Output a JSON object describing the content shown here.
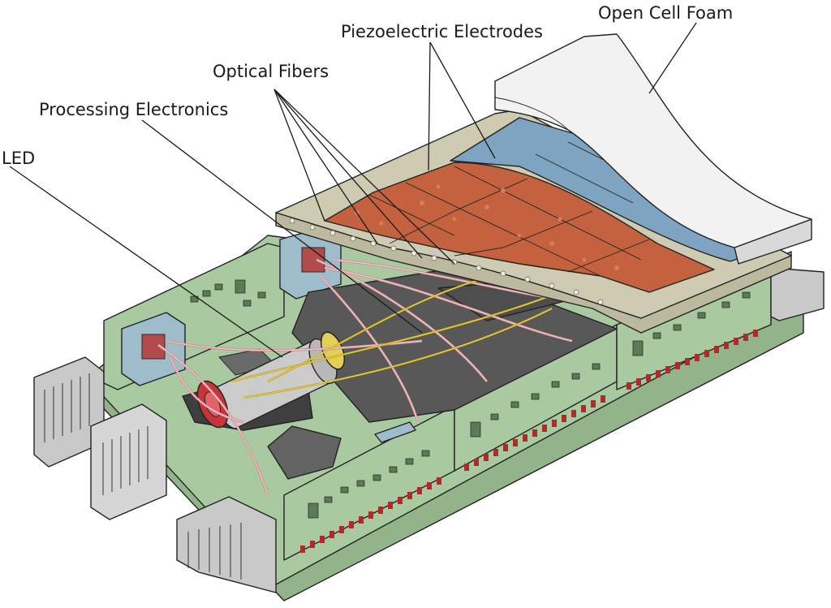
{
  "labels": {
    "open_cell_foam": "Open Cell Foam",
    "piezoelectric_electrodes": "Piezoelectric Electrodes",
    "optical_fibers": "Optical Fibers",
    "processing_electronics": "Processing Electronics",
    "led": "LED"
  },
  "colors": {
    "pcb_green": "#a9c9a1",
    "pcb_edge": "#7fa576",
    "foam_white": "#f2f2f2",
    "electrode_copper": "#c4623f",
    "electrode_blue": "#7ea4c1",
    "layer_tan": "#c8c4aa",
    "chip_dark": "#5a5a5a",
    "led_red": "#c7353a",
    "cylinder_gray": "#c9c9c9",
    "fiber_pink": "#e0b3b5",
    "fiber_yellow": "#d9c23a",
    "connector_gray": "#bdbdbd"
  }
}
